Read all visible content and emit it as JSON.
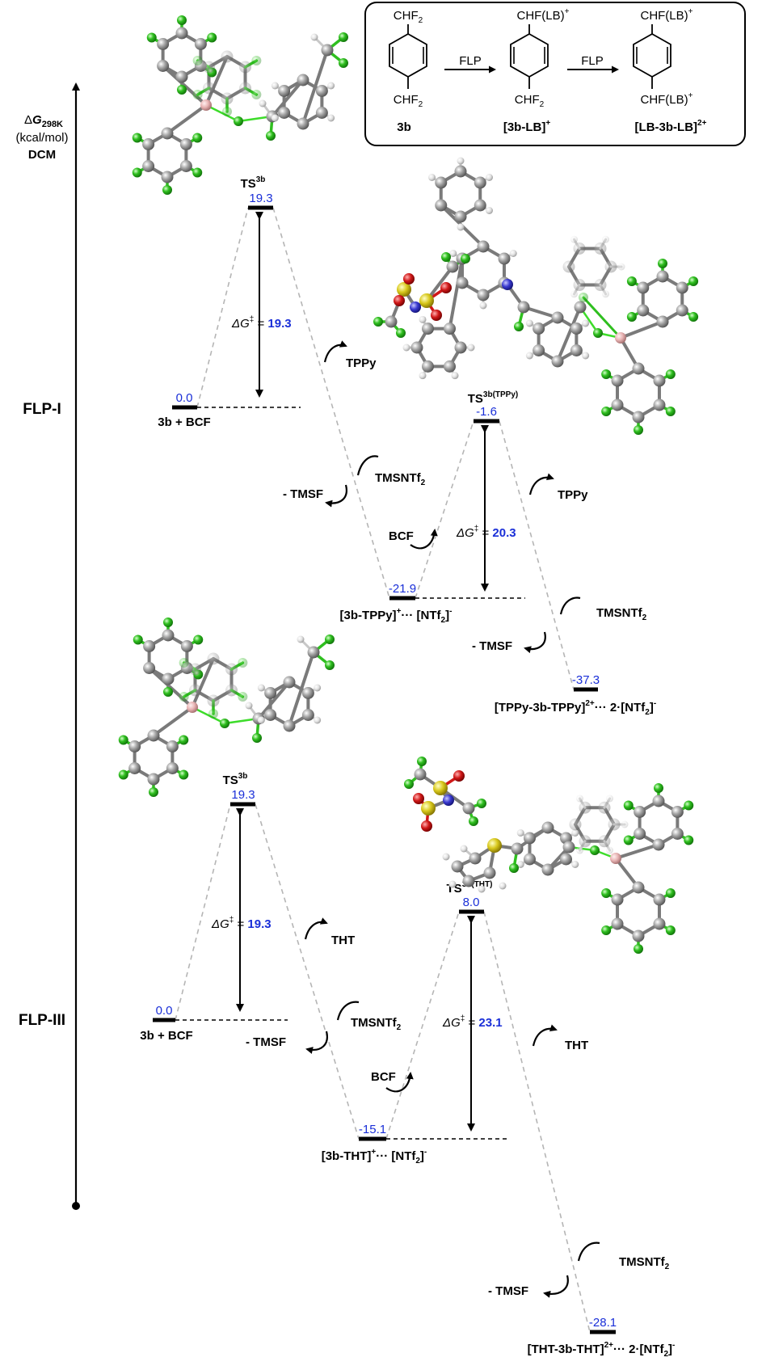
{
  "axis": {
    "delta": "Δ",
    "g": "G",
    "temp_sub": "298K",
    "unit": "(kcal/mol)",
    "solvent": "DCM"
  },
  "scheme": {
    "sub_top": "CHF",
    "sub_top_2": "2",
    "sub_bottom": "CHF",
    "sub_bottom_2": "2",
    "sub_name": "3b",
    "arrow1": "FLP",
    "arrow2": "FLP",
    "mid_top": "CHF(LB)",
    "mid_top_sup": "+",
    "mid_bottom": "CHF",
    "mid_bottom_2": "2",
    "mid_name": "[3b-LB]",
    "mid_name_sup": "+",
    "prod_top": "CHF(LB)",
    "prod_top_sup": "+",
    "prod_bottom": "CHF(LB)",
    "prod_bottom_sup": "+",
    "prod_name": "[LB-3b-LB]",
    "prod_name_sup": "2+"
  },
  "flp1": {
    "section_label": "FLP-I",
    "ts1_label": "TS",
    "ts1_sup": "3b",
    "ts1_energy": "19.3",
    "start_energy": "0.0",
    "start_label": "3b + BCF",
    "dg1_sym": "ΔG",
    "dg1_dagger": "‡",
    "dg1_eq": " = ",
    "dg1_value": "19.3",
    "lb_label": "TPPy",
    "tms_label": "TMSNTf",
    "tms_sub": "2",
    "tmsf_label": "- TMSF",
    "bcf_label": "BCF",
    "int_energy": "-21.9",
    "int_label_a": "[3b-TPPy]",
    "int_label_sup": "+",
    "int_label_b": "··· [NTf",
    "int_label_sub": "2",
    "int_label_c": "]",
    "int_label_sup2": "-",
    "ts2_label": "TS",
    "ts2_sup": "3b(TPPy)",
    "ts2_energy": "-1.6",
    "dg2_sym": "ΔG",
    "dg2_dagger": "‡",
    "dg2_eq": " = ",
    "dg2_value": "20.3",
    "lb2_label": "TPPy",
    "tms2_label": "TMSNTf",
    "tms2_sub": "2",
    "tmsf2_label": "- TMSF",
    "prod_energy": "-37.3",
    "prod_label_a": "[TPPy-3b-TPPy]",
    "prod_label_sup": "2+",
    "prod_label_b": "··· 2·[NTf",
    "prod_label_sub": "2",
    "prod_label_c": "]",
    "prod_label_sup2": "-"
  },
  "flp3": {
    "section_label": "FLP-III",
    "ts1_label": "TS",
    "ts1_sup": "3b",
    "ts1_energy": "19.3",
    "start_energy": "0.0",
    "start_label": "3b + BCF",
    "dg1_sym": "ΔG",
    "dg1_dagger": "‡",
    "dg1_eq": " = ",
    "dg1_value": "19.3",
    "lb_label": "THT",
    "tms_label": "TMSNTf",
    "tms_sub": "2",
    "tmsf_label": "- TMSF",
    "bcf_label": "BCF",
    "int_energy": "-15.1",
    "int_label_a": "[3b-THT]",
    "int_label_sup": "+",
    "int_label_b": "··· [NTf",
    "int_label_sub": "2",
    "int_label_c": "]",
    "int_label_sup2": "-",
    "ts2_label": "TS",
    "ts2_sup": "3b(THT)",
    "ts2_energy": "8.0",
    "dg2_sym": "ΔG",
    "dg2_dagger": "‡",
    "dg2_eq": " = ",
    "dg2_value": "23.1",
    "lb2_label": "THT",
    "tms2_label": "TMSNTf",
    "tms2_sub": "2",
    "tmsf2_label": "- TMSF",
    "prod_energy": "-28.1",
    "prod_label_a": "[THT-3b-THT]",
    "prod_label_sup": "2+",
    "prod_label_b": "··· 2·[NTf",
    "prod_label_sub": "2",
    "prod_label_c": "]",
    "prod_label_sup2": "-"
  },
  "colors": {
    "energy_value": "#1a2fd8",
    "carbon": "#8c8c8c",
    "fluorine": "#2fbf1f",
    "hydrogen": "#dcdcdc",
    "boron": "#e8b4b4",
    "sulfur": "#d8c81c",
    "oxygen": "#d01818",
    "nitrogen": "#3a3ad0"
  },
  "icons": [
    "energy-axis-arrow",
    "molecule-ball-and-stick",
    "curved-arrow"
  ]
}
